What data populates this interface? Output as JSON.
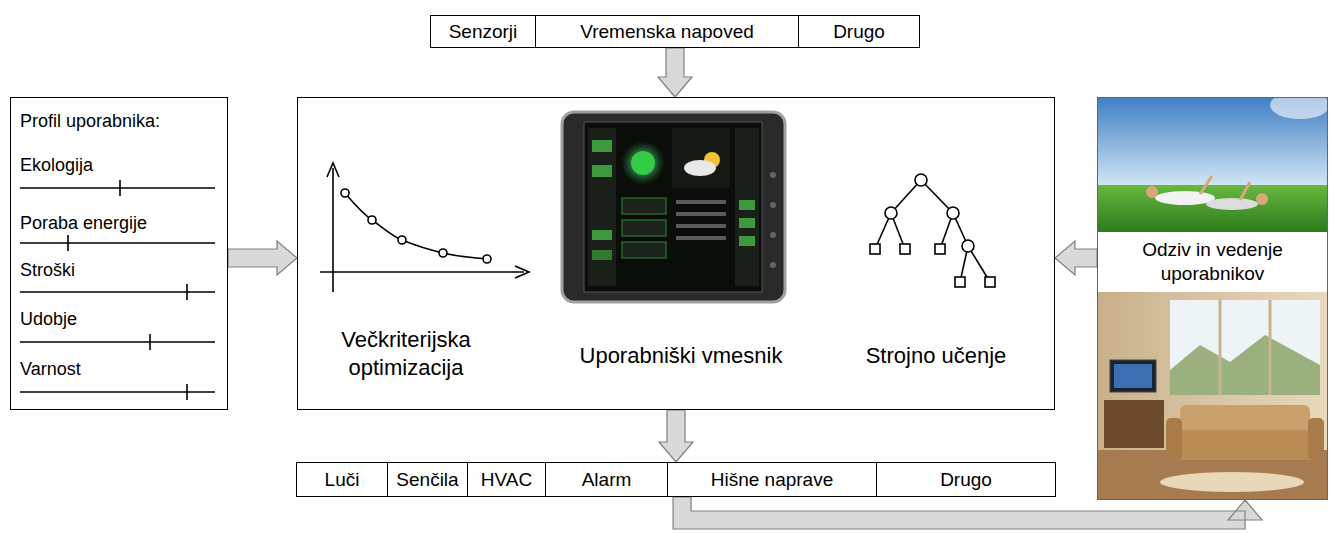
{
  "diagram": {
    "nodes": [
      {
        "text": [
          "Senzorji",
          "Vremenska napoved",
          "Drugo"
        ]
      },
      {
        "text": [
          "Profil uporabnika:",
          "Ekologija",
          "Poraba energije",
          "Stroški",
          "Udobje",
          "Varnost"
        ]
      },
      {
        "text": [
          "Večkriterijska optimizacija",
          "Uporabniški vmesnik",
          "Strojno učenje"
        ]
      },
      {
        "text": [
          "Odziv in vedenje uporabnikov"
        ]
      },
      {
        "text": [
          "Luči",
          "Senčila",
          "HVAC",
          "Alarm",
          "Hišne naprave",
          "Drugo"
        ]
      }
    ],
    "edges": [
      {
        "from": 0,
        "to": 2,
        "arrow": "to"
      },
      {
        "from": 1,
        "to": 2,
        "arrow": "to"
      },
      {
        "from": 3,
        "to": 2,
        "arrow": "to"
      },
      {
        "from": 2,
        "to": 4,
        "arrow": "to"
      },
      {
        "from": 4,
        "to": 3,
        "arrow": "to"
      }
    ]
  }
}
